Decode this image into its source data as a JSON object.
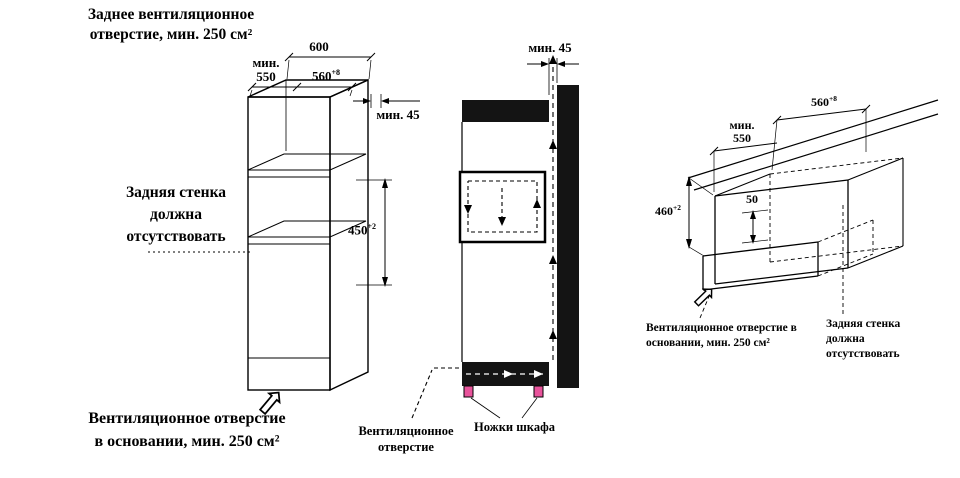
{
  "colors": {
    "line": "#000000",
    "wall_fill": "#141414",
    "feet_accent": "#e8539b"
  },
  "icons": {
    "flow_arrow": "⇧"
  },
  "left": {
    "title": [
      "Заднее вентиляционное",
      "отверстие, мин. 250 см²"
    ],
    "back_wall_label": [
      "Задняя стенка",
      "должна",
      "отсутствовать"
    ],
    "bottom_label": [
      "Вентиляционное отверстие",
      "в основании, мин. 250 см²"
    ],
    "dims": {
      "d600": "600",
      "min550": [
        "мин.",
        "550"
      ],
      "d560_base": "560",
      "d560_sup": "+8",
      "min45": "мин. 45",
      "d450_base": "450",
      "d450_sup": "+2"
    }
  },
  "middle": {
    "dims": {
      "min45": "мин. 45"
    },
    "vent_label": [
      "Вентиляционное",
      "отверстие"
    ],
    "feet_label": "Ножки шкафа"
  },
  "right": {
    "dims": {
      "min550": [
        "мин.",
        "550"
      ],
      "d560_base": "560",
      "d560_sup": "+8",
      "d460_base": "460",
      "d460_sup": "+2",
      "d50": "50"
    },
    "bottom_label": [
      "Вентиляционное отверстие в",
      "основании, мин. 250 см²"
    ],
    "back_wall_label": [
      "Задняя стенка",
      "должна",
      "отсутствовать"
    ]
  }
}
